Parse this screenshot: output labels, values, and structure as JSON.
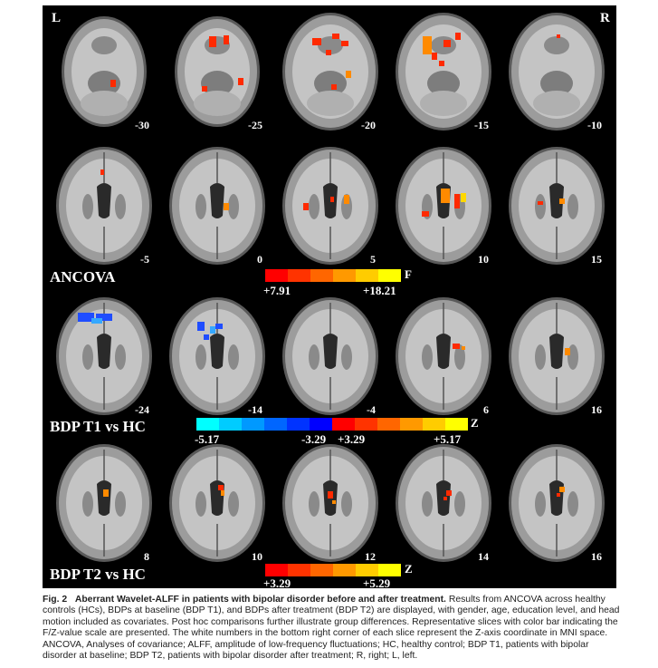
{
  "figure": {
    "orientation": {
      "left": "L",
      "right": "R"
    },
    "group_labels": {
      "ancova": "ANCOVA",
      "t1": "BDP T1 vs HC",
      "t2": "BDP T2 vs HC"
    },
    "z_labels": {
      "row1": [
        "-30",
        "-25",
        "-20",
        "-15",
        "-10"
      ],
      "row2": [
        "-5",
        "0",
        "5",
        "10",
        "15"
      ],
      "row3": [
        "-24",
        "-14",
        "-4",
        "6",
        "16"
      ],
      "row4": [
        "8",
        "10",
        "12",
        "14",
        "16"
      ]
    },
    "colorbars": {
      "f": {
        "min": "+7.91",
        "max": "+18.21",
        "letter": "F",
        "colors": [
          "#ff0000",
          "#ff3300",
          "#ff6600",
          "#ff9900",
          "#ffcc00",
          "#ffff00"
        ]
      },
      "z_t1": {
        "neg_min": "-5.17",
        "neg_max": "-3.29",
        "pos_min": "+3.29",
        "pos_max": "+5.17",
        "letter": "Z",
        "neg_colors": [
          "#00ffff",
          "#00ccff",
          "#0099ff",
          "#0066ff",
          "#0033ff",
          "#0000ff"
        ],
        "pos_colors": [
          "#ff0000",
          "#ff3300",
          "#ff6600",
          "#ff9900",
          "#ffcc00",
          "#ffff00"
        ]
      },
      "z_t2": {
        "min": "+3.29",
        "max": "+5.29",
        "letter": "Z",
        "colors": [
          "#ff0000",
          "#ff3300",
          "#ff6600",
          "#ff9900",
          "#ffcc00",
          "#ffff00"
        ]
      }
    },
    "colors": {
      "background": "#000000",
      "blob_red": "#ff2a00",
      "blob_orange": "#ff8a00",
      "blob_yellow": "#ffd800",
      "blob_blue": "#1f4dff",
      "blob_cyan": "#35a8ff"
    }
  },
  "caption": {
    "fig_number": "Fig. 2",
    "title": "Aberrant Wavelet-ALFF in patients with bipolar disorder before and after treatment.",
    "body": "Results from ANCOVA across healthy controls (HCs), BDPs at baseline (BDP T1), and BDPs after treatment (BDP T2) are displayed, with gender, age, education level, and head motion included as covariates. Post hoc comparisons further illustrate group differences. Representative slices with color bar indicating the F/Z-value scale are presented. The white numbers in the bottom right corner of each slice represent the Z-axis coordinate in MNI space. ANCOVA, Analyses of covariance; ALFF, amplitude of low-frequency fluctuations; HC, healthy control; BDP T1, patients with bipolar disorder at baseline; BDP T2, patients with bipolar disorder after treatment; R, right; L, left."
  }
}
